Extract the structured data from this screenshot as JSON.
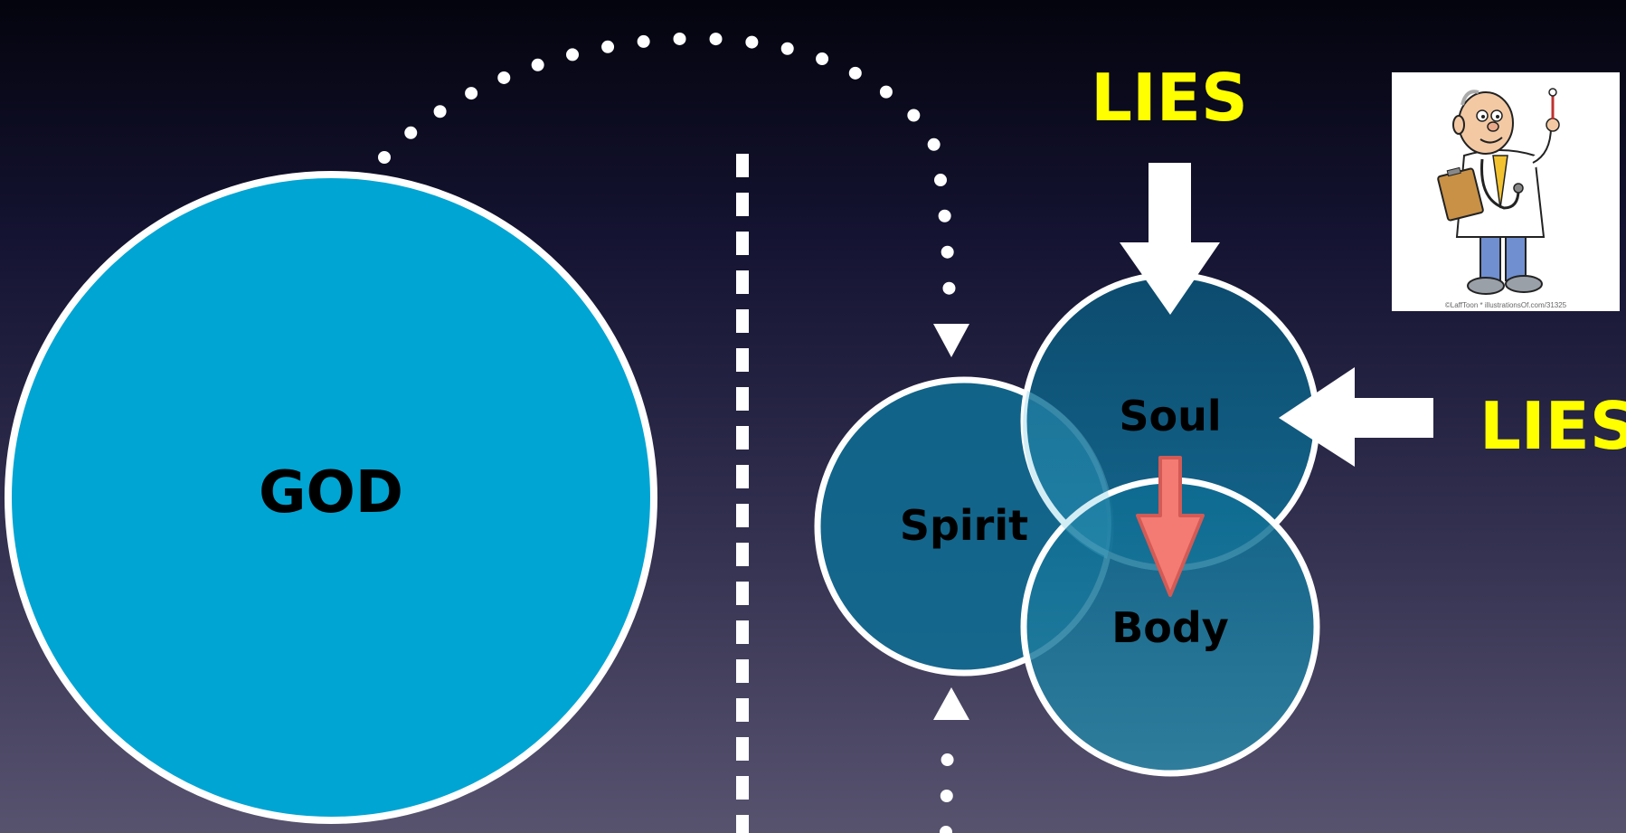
{
  "colors": {
    "god_fill": "#00a5d3",
    "small_circle_fill": "#0e6f95",
    "outline": "#ffffff",
    "lies_text": "#ffff00",
    "red_arrow": "#f47a74",
    "red_arrow_stroke": "#d35a55"
  },
  "circles": {
    "god": "GOD",
    "spirit": "Spirit",
    "soul": "Soul",
    "body": "Body"
  },
  "lies": {
    "top": "LIES",
    "right": "LIES"
  },
  "cartoon": {
    "icon": "doctor-cartoon-icon",
    "credit": "©LaffToon  *  illustrationsOf.com/31325"
  }
}
